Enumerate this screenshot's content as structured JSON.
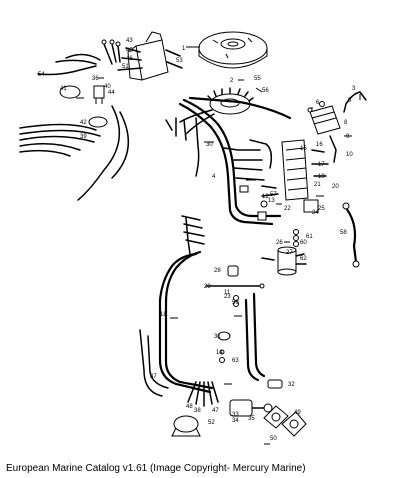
{
  "caption": "European Marine Catalog v1.61 (Image Copyright- Mercury Marine)",
  "callouts": [
    "1",
    "2",
    "3",
    "4",
    "5",
    "6",
    "7",
    "8",
    "9",
    "10",
    "11",
    "12",
    "13",
    "14",
    "15",
    "16",
    "17",
    "18",
    "19",
    "20",
    "21",
    "22",
    "23",
    "24",
    "25",
    "26",
    "27",
    "28",
    "29",
    "30",
    "31",
    "32",
    "33",
    "34",
    "35",
    "36",
    "37",
    "38",
    "39",
    "40",
    "41",
    "42",
    "43",
    "44",
    "45",
    "46",
    "47",
    "48",
    "49",
    "50",
    "51",
    "52",
    "53",
    "54",
    "55",
    "56",
    "57",
    "58",
    "59",
    "60",
    "61",
    "62",
    "63"
  ]
}
